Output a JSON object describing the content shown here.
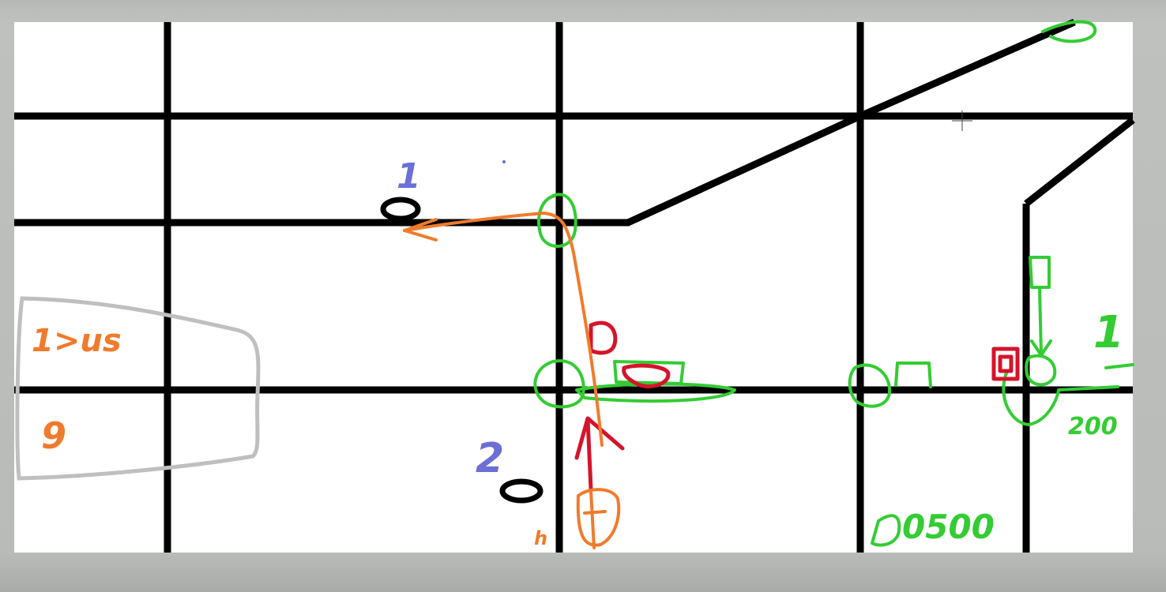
{
  "annotations": {
    "label_one_blue": "1",
    "label_two_blue": "2",
    "label_orange_row1": "1>us",
    "label_orange_row2": "9",
    "label_orange_small": "h",
    "label_green_one": "1",
    "label_green_number": "200",
    "label_green_bottom": "0500"
  },
  "colors": {
    "grid_line": "#000000",
    "canvas": "#ffffff",
    "blue_ink": "#6b6fd6",
    "orange_ink": "#f07b2c",
    "red_ink": "#d4142a",
    "green_ink": "#33cc33",
    "gray_ink": "#bfbfbf",
    "background": "#babcba"
  }
}
